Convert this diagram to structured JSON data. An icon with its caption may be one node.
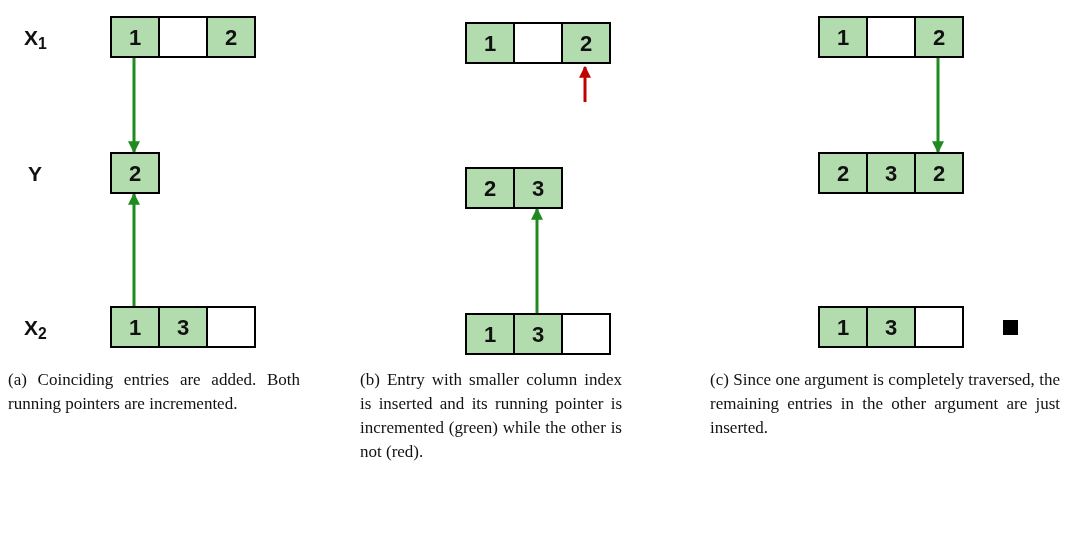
{
  "diagram": {
    "nodes": [
      {
        "text": [
          "1"
        ]
      },
      {
        "text": [],
        "shape": "box"
      },
      {
        "text": [
          "2"
        ]
      },
      {
        "text": [
          "2"
        ]
      },
      {
        "text": [
          "1"
        ]
      },
      {
        "text": [
          "3"
        ]
      },
      {
        "text": [],
        "shape": "box"
      },
      {
        "text": [
          "1"
        ]
      },
      {
        "text": [],
        "shape": "box"
      },
      {
        "text": [
          "2"
        ]
      },
      {
        "text": [
          "2"
        ]
      },
      {
        "text": [
          "3"
        ]
      },
      {
        "text": [
          "1"
        ]
      },
      {
        "text": [
          "3"
        ]
      },
      {
        "text": [],
        "shape": "box"
      },
      {
        "text": [
          "1"
        ]
      },
      {
        "text": [],
        "shape": "box"
      },
      {
        "text": [
          "2"
        ]
      },
      {
        "text": [
          "2"
        ]
      },
      {
        "text": [
          "3"
        ]
      },
      {
        "text": [
          "2"
        ]
      },
      {
        "text": [
          "1"
        ]
      },
      {
        "text": [
          "3"
        ]
      },
      {
        "text": [],
        "shape": "box"
      }
    ],
    "edges": [
      {
        "from": 0,
        "to": 3,
        "arrow": "to"
      },
      {
        "from": 4,
        "to": 3,
        "arrow": "to"
      },
      {
        "from": null,
        "to": 9,
        "arrow": "to",
        "color": "#c00000"
      },
      {
        "from": 13,
        "to": 11,
        "arrow": "to"
      },
      {
        "from": 17,
        "to": 20,
        "arrow": "to"
      }
    ],
    "labels": [
      "X$_{1}$",
      "Y",
      "X$_{2}$",
      "(a) Coinciding entries are added. Both running pointers are incremented.",
      "(b) Entry with smaller column index is inserted and its running pointer is incremented (green) while the other is not (red).",
      "(c) Since one argument is completely traversed, the remaining entries in the other argument are just inserted."
    ]
  }
}
